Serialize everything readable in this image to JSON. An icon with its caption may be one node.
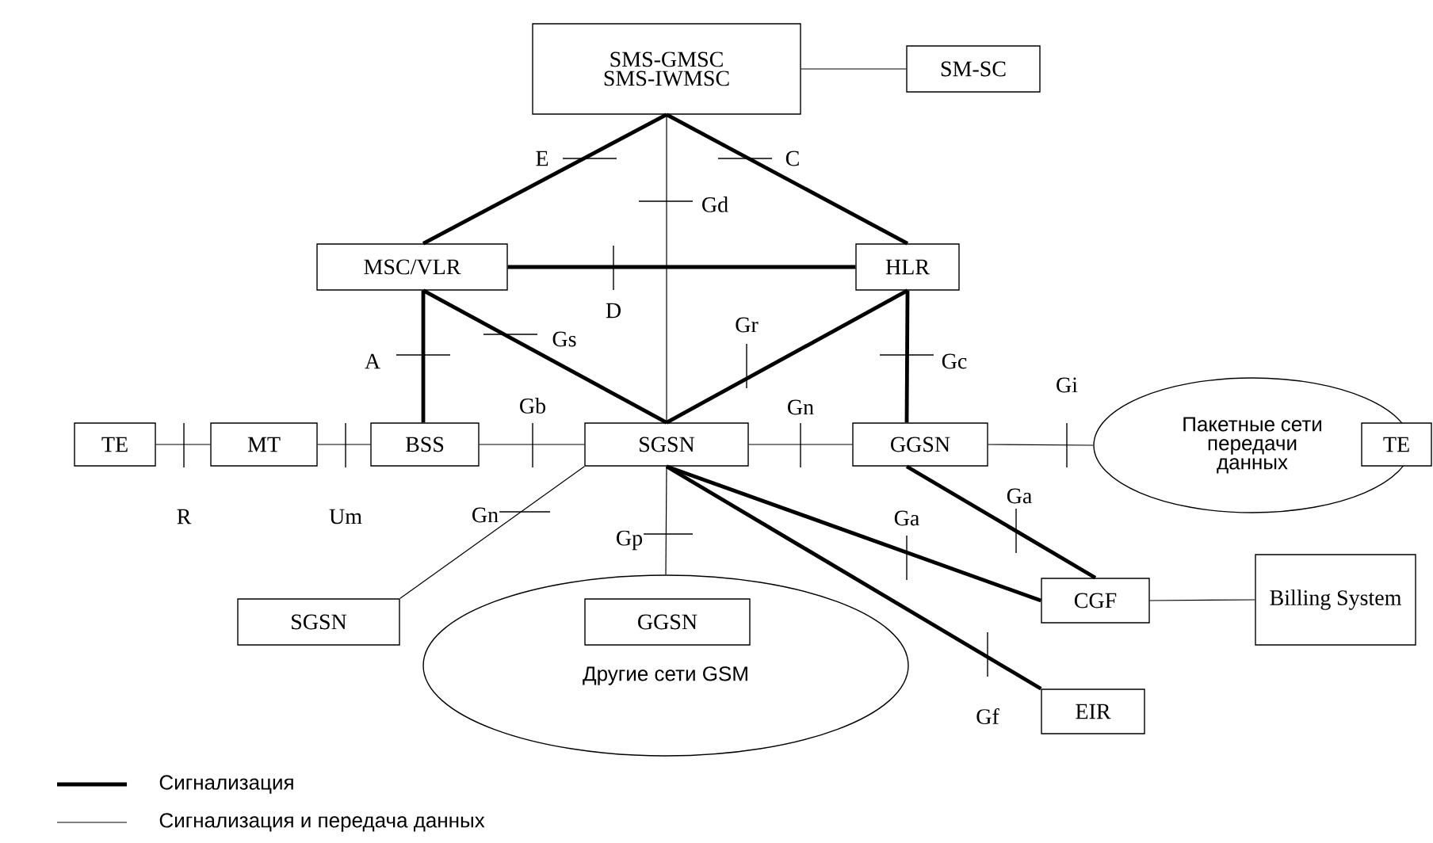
{
  "diagram": {
    "nodes": [
      {
        "text": [
          "SMS-GMSC SMS-IWMSC"
        ]
      },
      {
        "text": [
          "SM-SC"
        ]
      },
      {
        "text": [
          "MSC/VLR"
        ]
      },
      {
        "text": [
          "HLR"
        ]
      },
      {
        "text": [
          "TE"
        ]
      },
      {
        "text": [
          "MT"
        ]
      },
      {
        "text": [
          "BSS"
        ]
      },
      {
        "text": [
          "SGSN"
        ]
      },
      {
        "text": [
          "GGSN"
        ]
      },
      {
        "text": [
          "Пакетные сети передачи данных"
        ]
      },
      {
        "text": [
          "TE"
        ]
      },
      {
        "text": [
          "SGSN"
        ]
      },
      {
        "text": [
          "Другие сети GSM"
        ]
      },
      {
        "text": [
          "GGSN"
        ],
        "in": 12
      },
      {
        "text": [
          "CGF"
        ]
      },
      {
        "text": [
          "Billing System"
        ]
      },
      {
        "text": [
          "EIR"
        ]
      }
    ],
    "edges": [
      {
        "from": 0,
        "to": 1,
        "arrow": "none"
      },
      {
        "from": 0,
        "to": 2,
        "arrow": "none",
        "label": "E",
        "style": "thick"
      },
      {
        "from": 0,
        "to": 3,
        "arrow": "none",
        "label": "C",
        "style": "thick"
      },
      {
        "from": 0,
        "to": 7,
        "arrow": "none",
        "label": "Gd"
      },
      {
        "from": 2,
        "to": 3,
        "arrow": "none",
        "label": "D",
        "style": "thick"
      },
      {
        "from": 2,
        "to": 6,
        "arrow": "none",
        "label": "A",
        "style": "thick"
      },
      {
        "from": 2,
        "to": 7,
        "arrow": "none",
        "label": "Gs",
        "style": "thick"
      },
      {
        "from": 3,
        "to": 7,
        "arrow": "none",
        "label": "Gr",
        "style": "thick"
      },
      {
        "from": 3,
        "to": 8,
        "arrow": "none",
        "label": "Gc",
        "style": "thick"
      },
      {
        "from": 4,
        "to": 5,
        "arrow": "none",
        "label": "R"
      },
      {
        "from": 5,
        "to": 6,
        "arrow": "none",
        "label": "Um"
      },
      {
        "from": 6,
        "to": 7,
        "arrow": "none",
        "label": "Gb"
      },
      {
        "from": 7,
        "to": 8,
        "arrow": "none",
        "label": "Gn"
      },
      {
        "from": 8,
        "to": 9,
        "arrow": "none",
        "label": "Gi"
      },
      {
        "from": 7,
        "to": 11,
        "arrow": "none",
        "label": "Gn"
      },
      {
        "from": 7,
        "to": 12,
        "arrow": "none",
        "label": "Gp"
      },
      {
        "from": 7,
        "to": 14,
        "arrow": "none",
        "label": "Ga",
        "style": "thick"
      },
      {
        "from": 8,
        "to": 14,
        "arrow": "none",
        "label": "Ga",
        "style": "thick"
      },
      {
        "from": 7,
        "to": 16,
        "arrow": "none",
        "label": "Gf",
        "style": "thick"
      },
      {
        "from": 14,
        "to": 15,
        "arrow": "none"
      }
    ],
    "legend": [
      {
        "text": "Сигнализация"
      },
      {
        "text": "Сигнализация и передача данных"
      }
    ]
  }
}
